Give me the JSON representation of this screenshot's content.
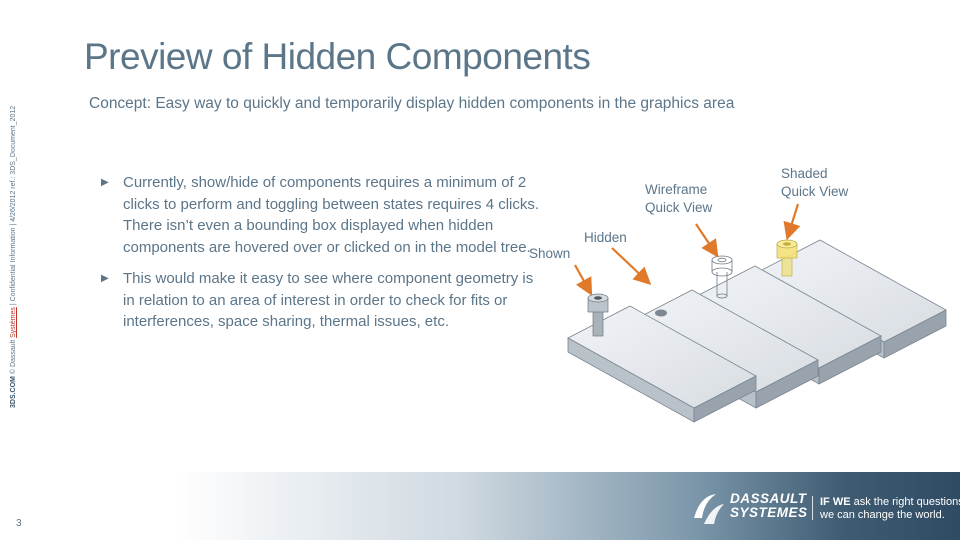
{
  "slide": {
    "title": "Preview of Hidden Components",
    "subtitle": "Concept: Easy way to quickly and temporarily display hidden components in the graphics area",
    "page_number": "3"
  },
  "sidebar": {
    "brand": "3DS.COM",
    "copyright": " © Dassault ",
    "link": "Systèmes",
    "rest": " | Confidential Information | 4/26/2012 ref.: 3DS_Document_2012"
  },
  "bullets": [
    "Currently, show/hide of components requires a minimum of 2 clicks to perform and toggling between states requires 4 clicks.  There isn’t even a bounding box displayed when hidden components are hovered over or clicked on in the model tree.",
    "This would make it easy to see where component geometry is in relation to an area of interest in order to check for fits or interferences, space sharing, thermal issues, etc."
  ],
  "figure": {
    "labels": {
      "shown": "Shown",
      "hidden": "Hidden",
      "wireframe_line1": "Wireframe",
      "wireframe_line2": "Quick View",
      "shaded_line1": "Shaded",
      "shaded_line2": "Quick View"
    },
    "arrow_color": "#e07a2a"
  },
  "footer": {
    "logo_line1": "DASSAULT",
    "logo_line2": "SYSTEMES",
    "tagline_bold": "IF WE",
    "tagline_line1_rest": " ask the right questions",
    "tagline_line2": "we can change the world."
  },
  "colors": {
    "text": "#5b7589",
    "accent": "#e07a2a",
    "footer_dark": "#2f4b63"
  }
}
